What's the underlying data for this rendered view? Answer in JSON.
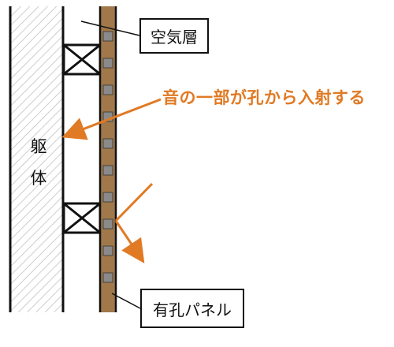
{
  "labels": {
    "air_layer": "空気層",
    "sound": "音の一部が孔から入射する",
    "body_char_1": "躯",
    "body_char_2": "体",
    "panel": "有孔パネル"
  },
  "colors": {
    "accent_orange": "#e07a24",
    "panel_wood": "#a0784a",
    "panel_hole": "#8a8a8a",
    "hatch": "#bdbdbd",
    "outline": "#111111"
  },
  "icons": {
    "spacer": "cross-braced-spacer-block"
  }
}
